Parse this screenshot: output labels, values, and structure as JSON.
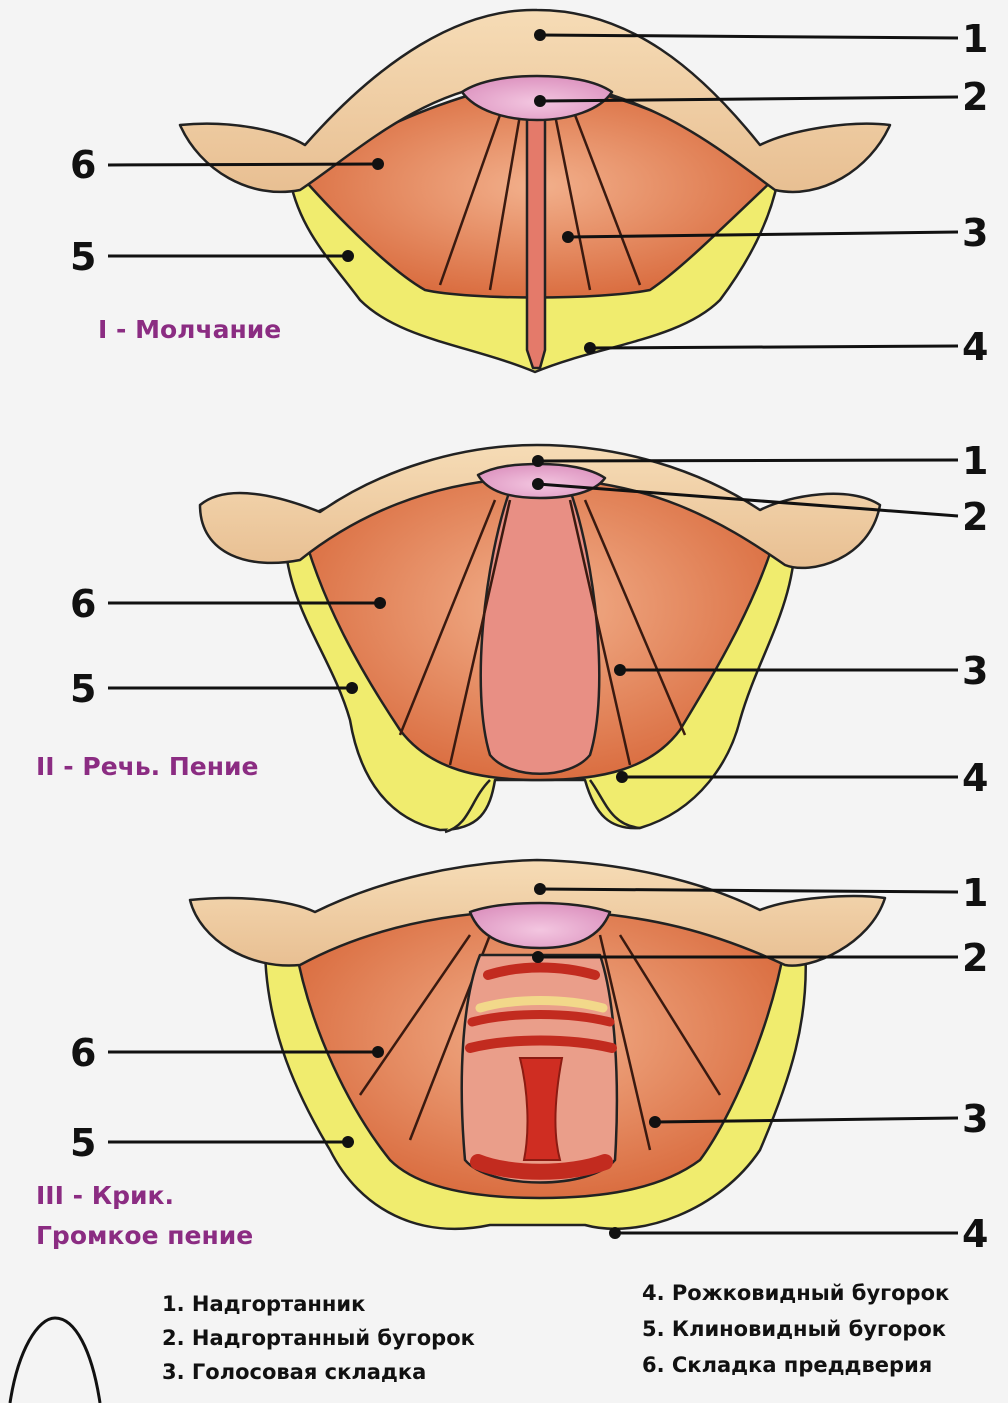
{
  "diagram": {
    "panels": [
      {
        "id": "panel-1",
        "caption_lines": [
          "I - Молчание"
        ],
        "labels": [
          "1",
          "2",
          "3",
          "4",
          "5",
          "6"
        ]
      },
      {
        "id": "panel-2",
        "caption_lines": [
          "II - Речь. Пение"
        ],
        "labels": [
          "1",
          "2",
          "3",
          "4",
          "5",
          "6"
        ]
      },
      {
        "id": "panel-3",
        "caption_lines": [
          "III - Крик.",
          "Громкое пение"
        ],
        "labels": [
          "1",
          "2",
          "3",
          "4",
          "5",
          "6"
        ]
      }
    ],
    "legend": [
      "1. Надгортанник",
      "2. Надгортанный бугорок",
      "3. Голосовая складка",
      "4. Рожковидный бугорок",
      "5. Клиновидный бугорок",
      "6. Складка преддверия"
    ],
    "colors": {
      "epiglottis": "#f0cfa4",
      "tubercle": "#e7a8cf",
      "muscle": "#dd7a45",
      "fold": "#e49577",
      "cartilage": "#f0ec6e",
      "glottis": "#d9453a",
      "caption": "#8b2c82"
    }
  }
}
